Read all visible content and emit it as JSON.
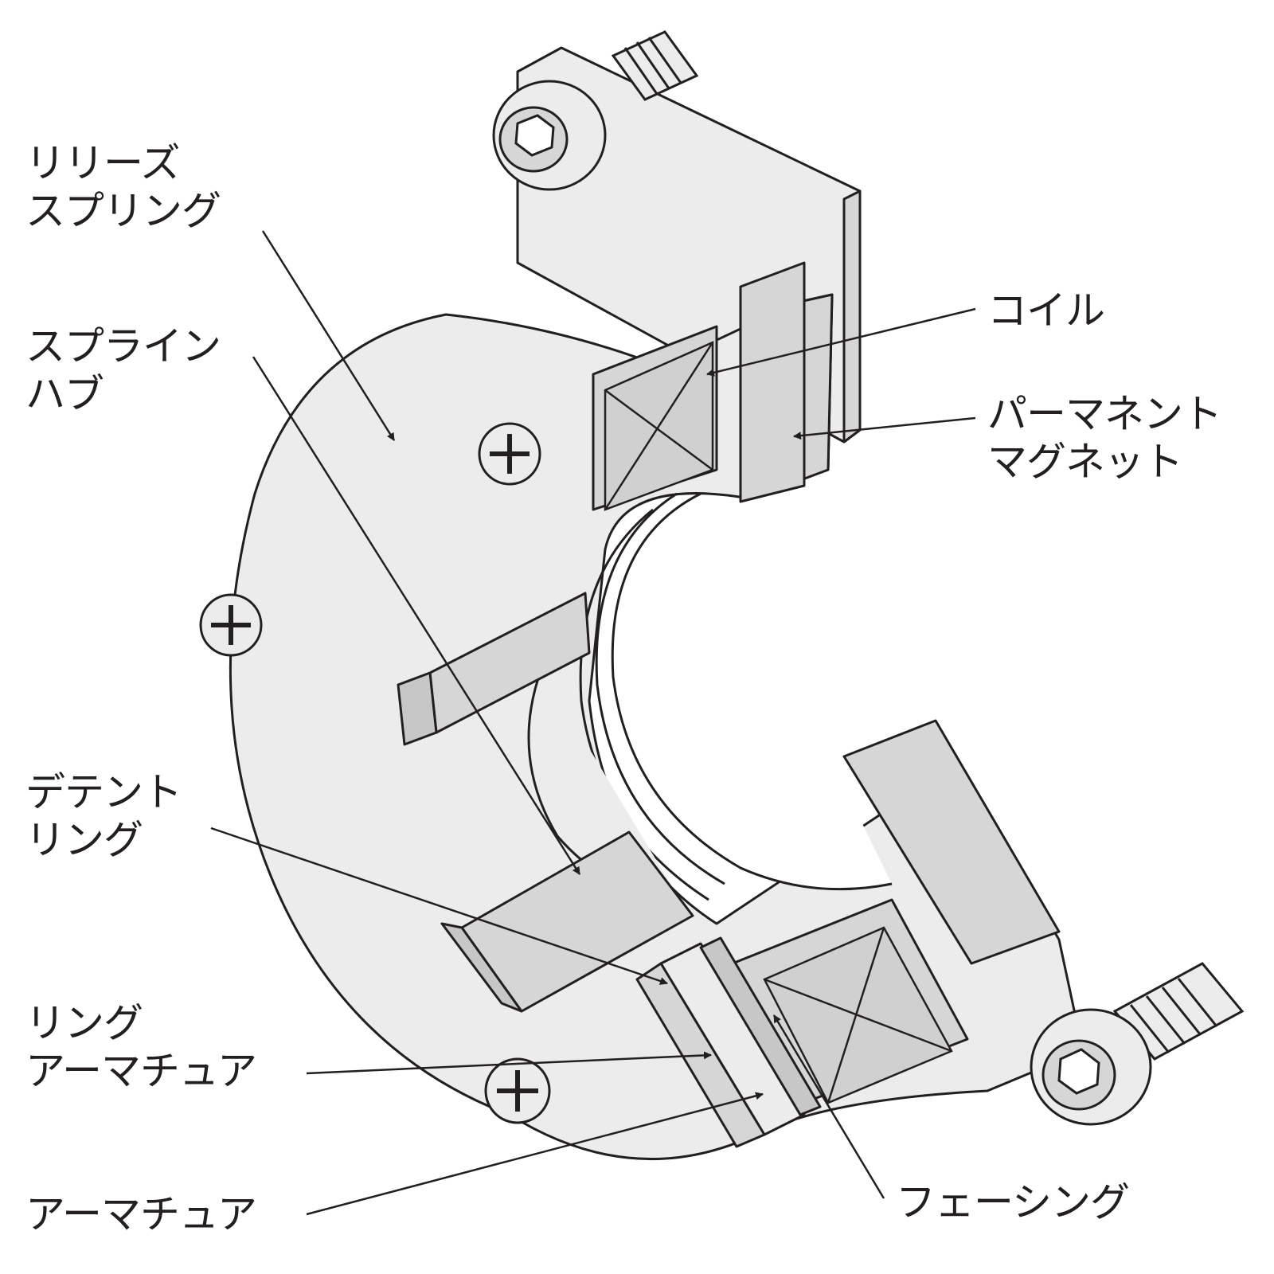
{
  "labels": {
    "release_spring": [
      "リリーズ",
      "スプリング"
    ],
    "spline_hub": [
      "スプライン",
      "ハブ"
    ],
    "detent_ring": [
      "デテント",
      "リング"
    ],
    "ring_armature": [
      "リング",
      "アーマチュア"
    ],
    "armature": [
      "アーマチュア"
    ],
    "coil": [
      "コイル"
    ],
    "permanent_magnet": [
      "パーマネント",
      "マグネット"
    ],
    "facing": [
      "フェーシング"
    ]
  },
  "colors": {
    "line": "#231f20",
    "part_light": "#ececec",
    "part_mid": "#d6d6d6",
    "part_shadow": "#c7c7c7",
    "background": "#ffffff"
  }
}
